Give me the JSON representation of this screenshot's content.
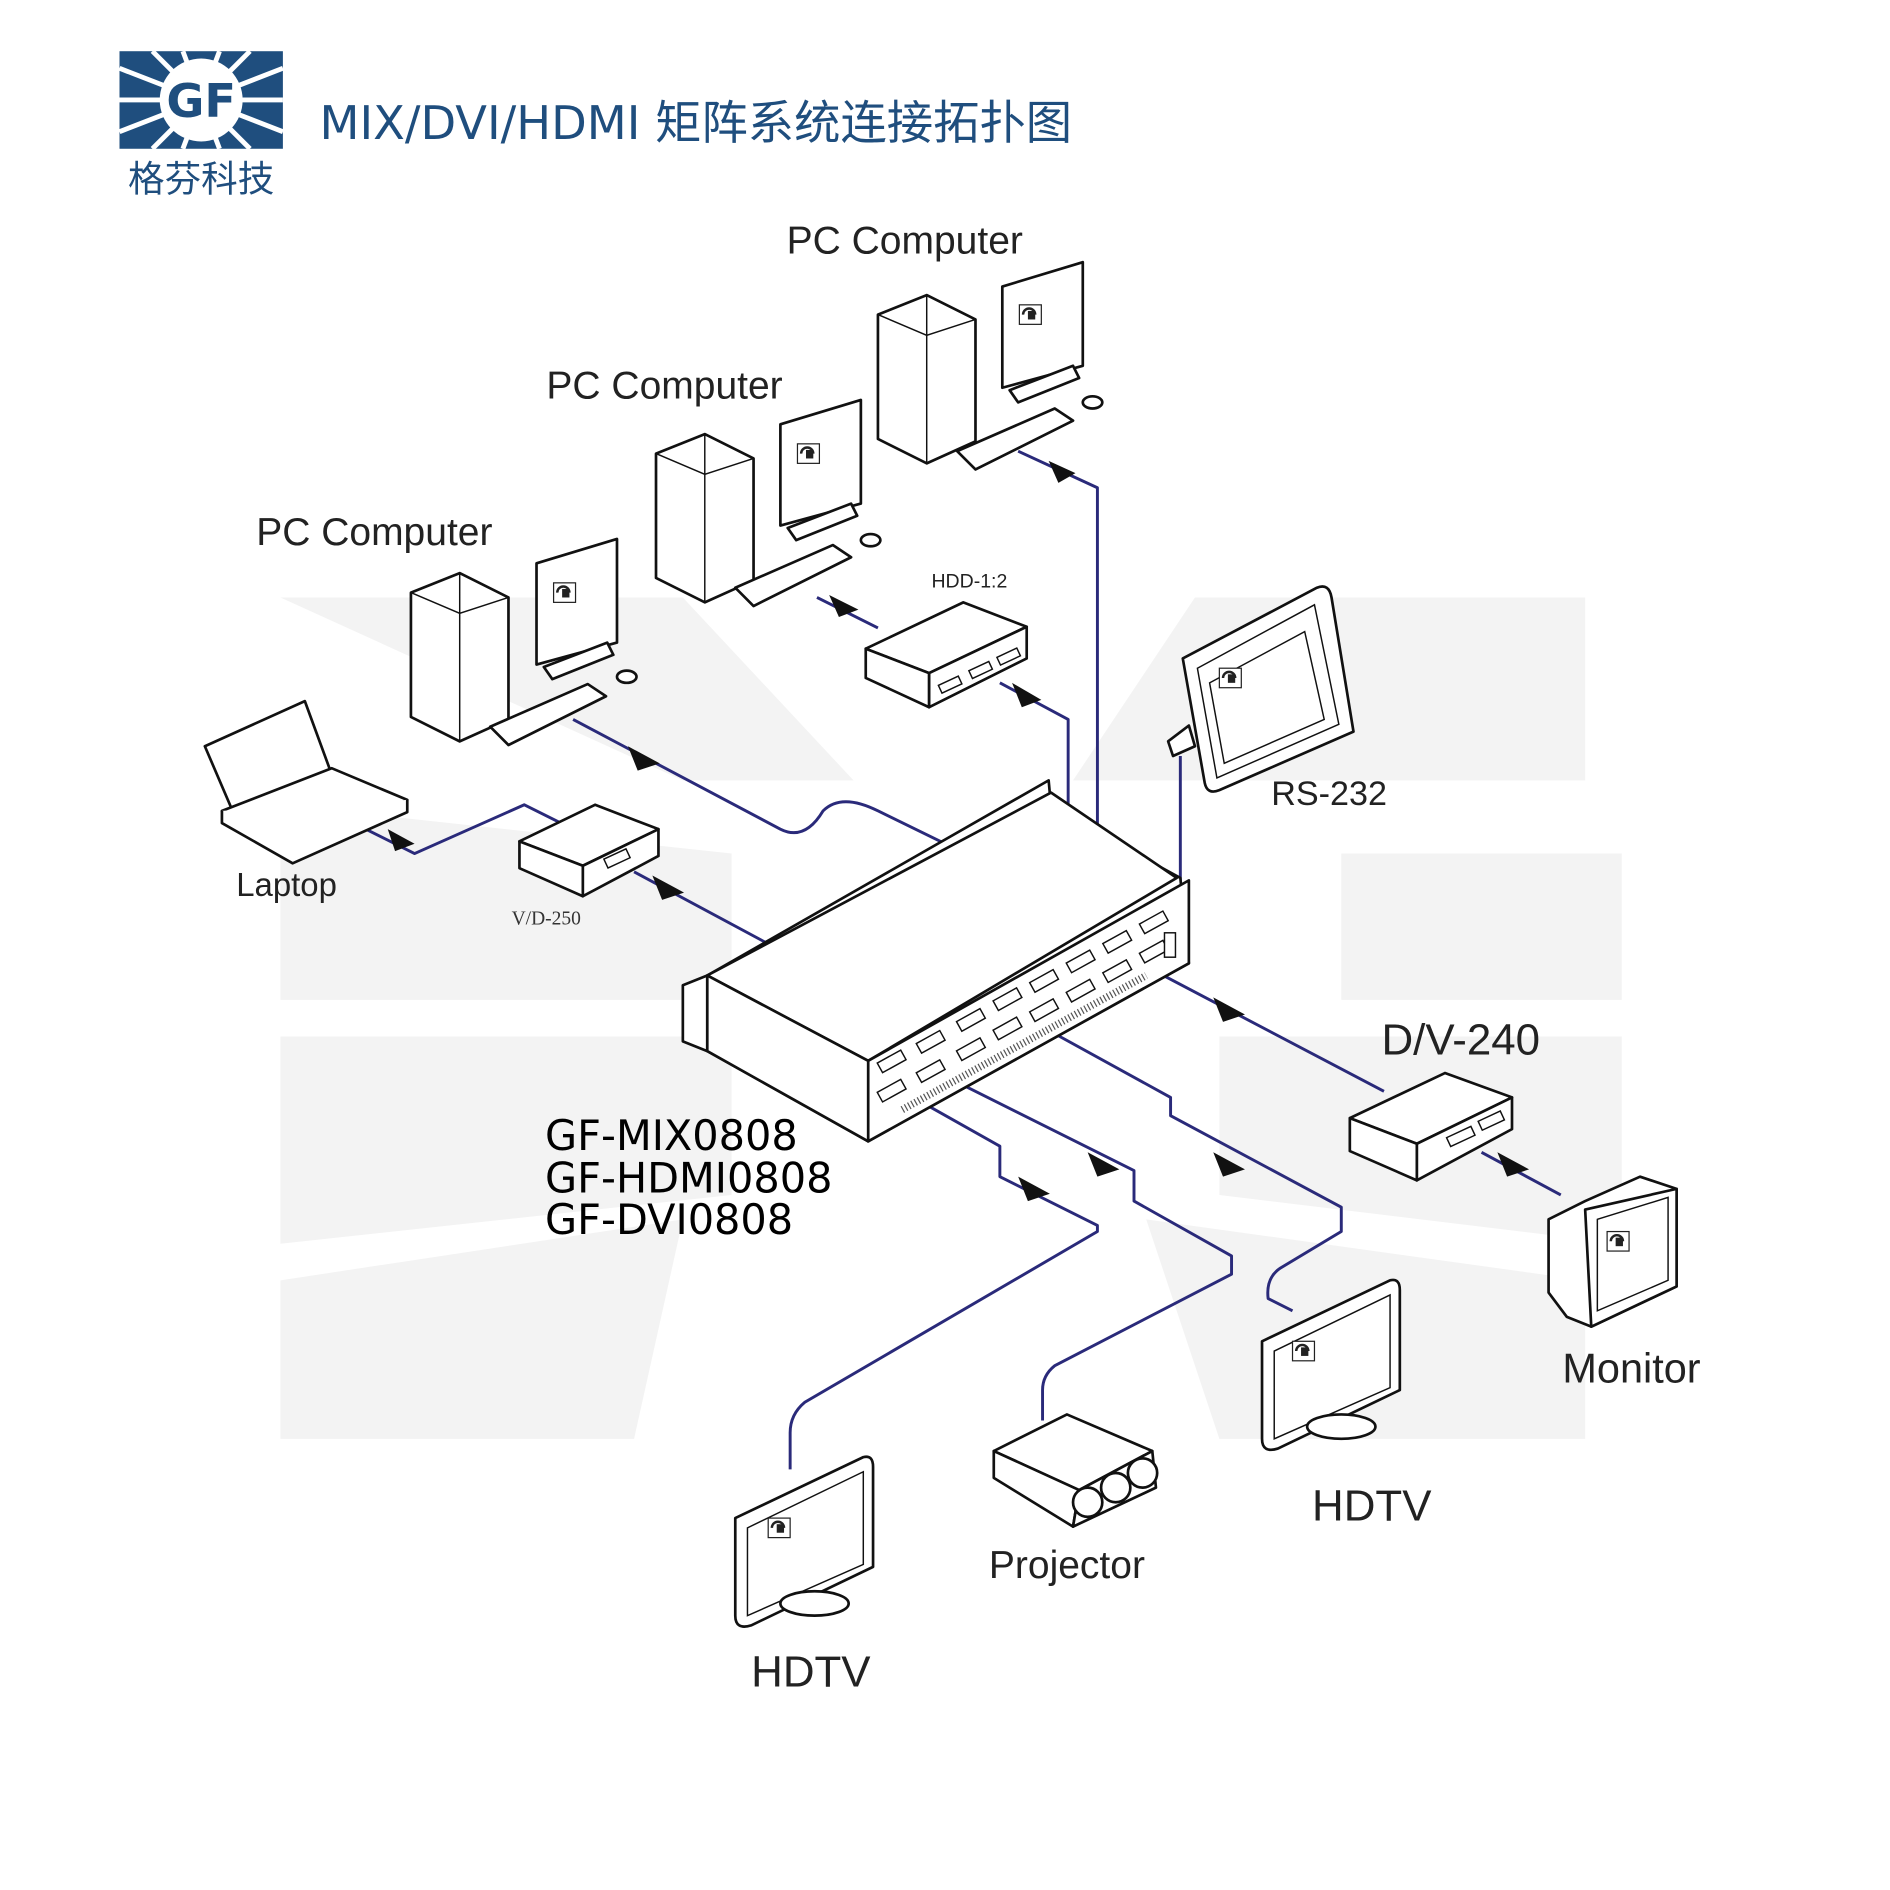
{
  "header": {
    "logo_name_cn": "格芬科技",
    "logo_initials": "GF",
    "title": "MIX/DVI/HDMI 矩阵系统连接拓扑图"
  },
  "colors": {
    "brand": "#1f4e7e",
    "cable": "#2a2a7a",
    "device_stroke": "#111111",
    "watermark": "#f3f3f3"
  },
  "matrix": {
    "models": [
      "GF-MIX0808",
      "GF-HDMI0808",
      "GF-DVI0808"
    ]
  },
  "sources": [
    {
      "id": "pc1",
      "label": "PC Computer"
    },
    {
      "id": "pc2",
      "label": "PC Computer"
    },
    {
      "id": "pc3",
      "label": "PC Computer"
    },
    {
      "id": "laptop",
      "label": "Laptop"
    }
  ],
  "converters": [
    {
      "id": "hdd",
      "label": "HDD-1:2"
    },
    {
      "id": "vd250",
      "label": "V/D-250"
    },
    {
      "id": "dv240",
      "label": "D/V-240"
    }
  ],
  "control": {
    "id": "touchpanel",
    "label": "RS-232"
  },
  "outputs": [
    {
      "id": "hdtv1",
      "label": "HDTV"
    },
    {
      "id": "projector",
      "label": "Projector"
    },
    {
      "id": "hdtv2",
      "label": "HDTV"
    },
    {
      "id": "monitor",
      "label": "Monitor"
    }
  ]
}
